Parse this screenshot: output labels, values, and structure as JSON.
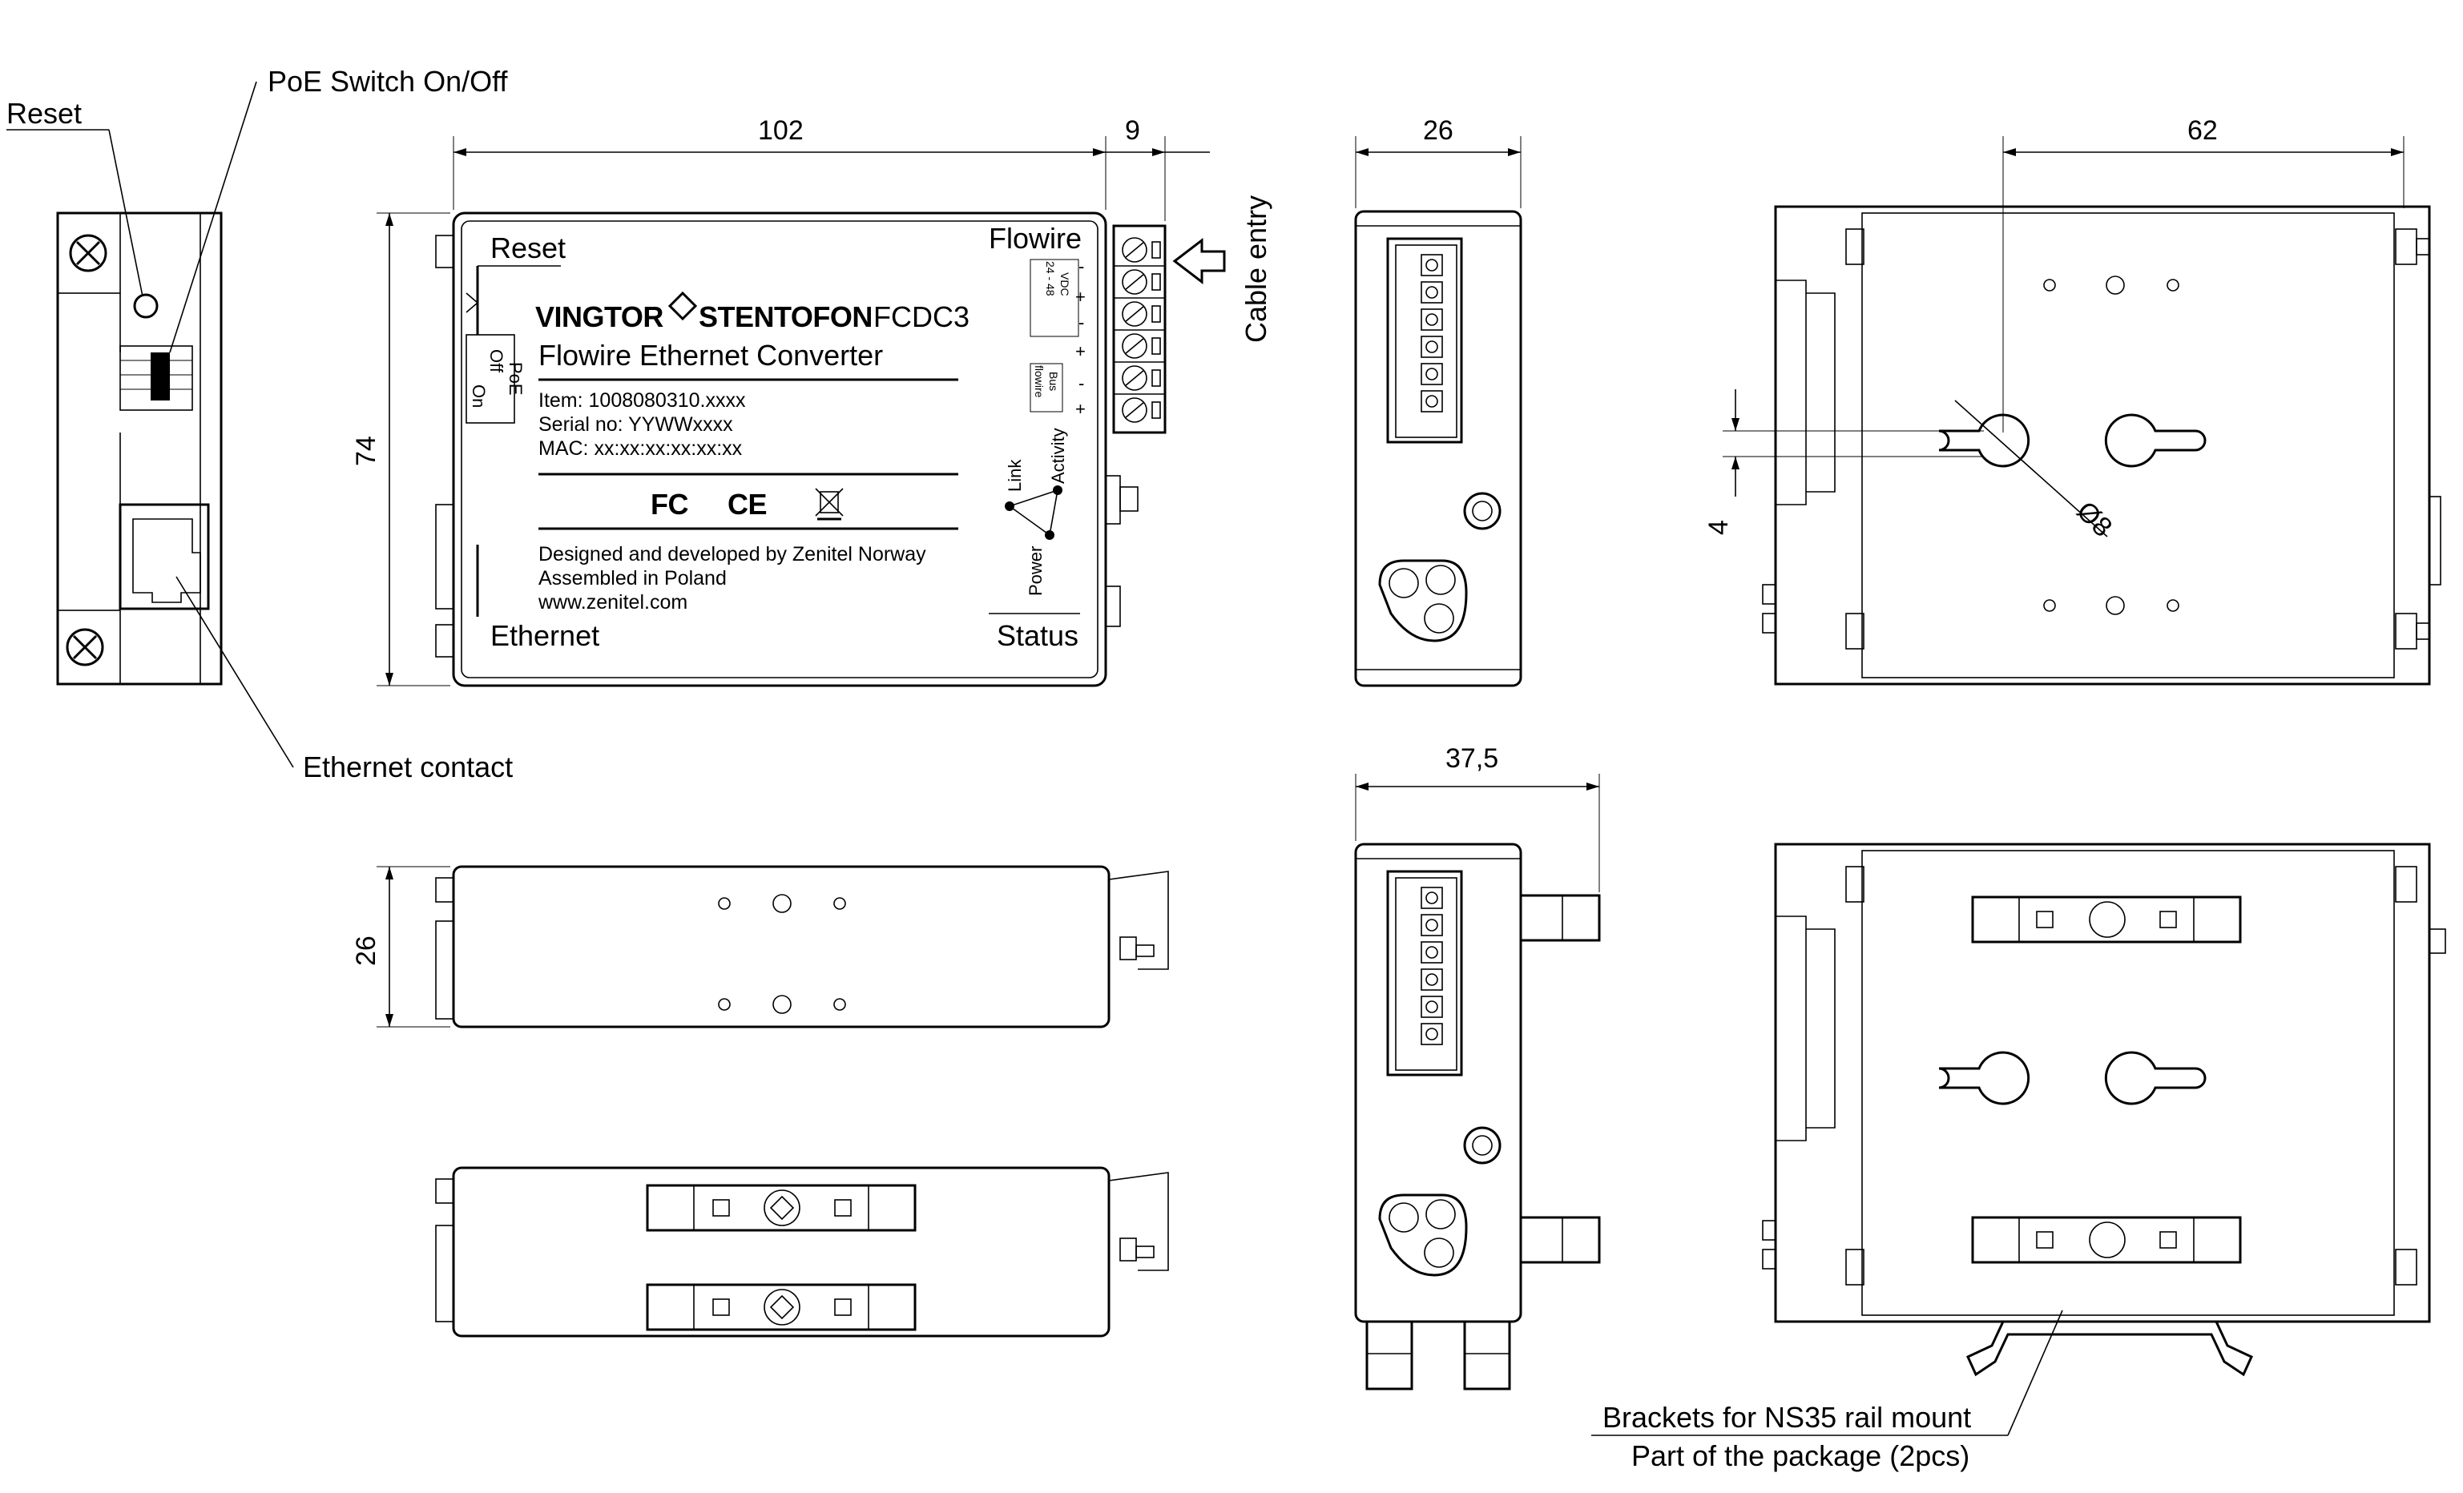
{
  "callouts": {
    "reset": "Reset",
    "poe_switch": "PoE Switch On/Off",
    "ethernet_contact": "Ethernet contact",
    "cable_entry": "Cable entry",
    "brackets_line1": "Brackets for NS35 rail mount",
    "brackets_line2": "Part of the package (2pcs)"
  },
  "dimensions": {
    "length": "102",
    "connector": "9",
    "height": "74",
    "side_depth": "26",
    "back_width": "62",
    "offset": "4",
    "hole_diameter": "Ø8",
    "side_depth_bottom": "26",
    "bracket_depth": "37,5"
  },
  "label": {
    "reset": "Reset",
    "flowire": "Flowire",
    "brand_left": "VINGTOR",
    "brand_right": "STENTOFON",
    "model": "FCDC3",
    "product": "Flowire Ethernet Converter",
    "item": "Item: 1008080310.xxxx",
    "serial": "Serial no: YYWWxxxx",
    "mac": "MAC: xx:xx:xx:xx:xx:xx",
    "cert_fc": "FC",
    "cert_ce": "CE",
    "designed": "Designed and developed by Zenitel Norway",
    "assembled": "Assembled in Poland",
    "web": "www.zenitel.com",
    "ethernet": "Ethernet",
    "status": "Status",
    "poe": "PoE",
    "off": "Off",
    "on": "On",
    "voltage": "24 - 48",
    "vdc": "VDC",
    "flowire_small": "flowire",
    "bus": "Bus",
    "link": "Link",
    "activity": "Activity",
    "power": "Power",
    "plus": "+",
    "minus": "-"
  }
}
